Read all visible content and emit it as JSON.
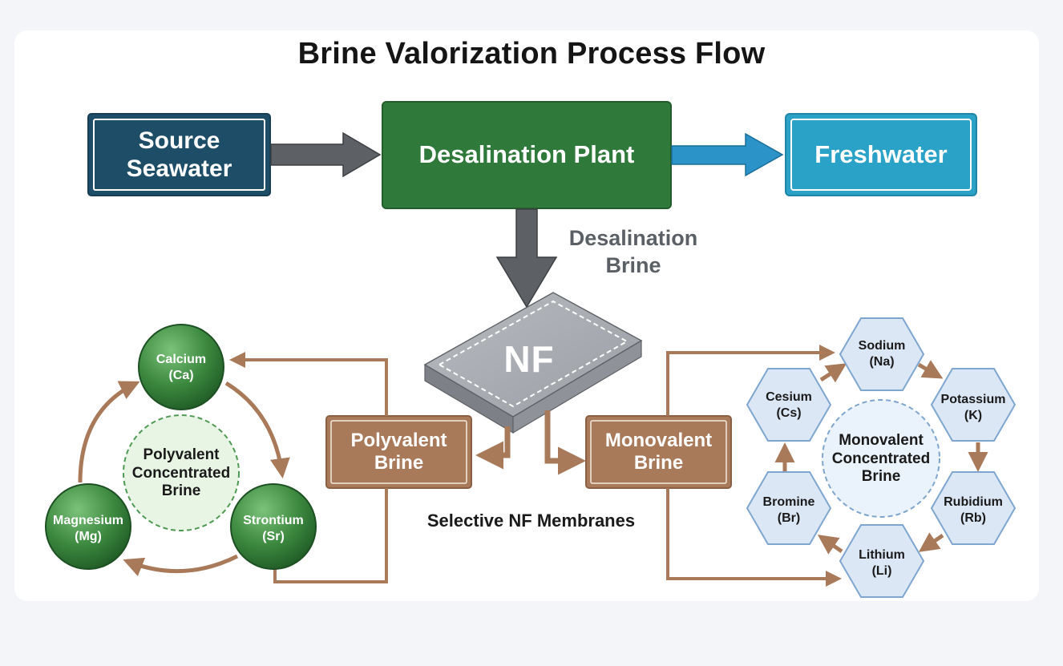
{
  "title": "Brine Valorization Process Flow",
  "colors": {
    "navy": "#1d4d67",
    "green": "#2f7a3a",
    "cyan": "#2aa1c6",
    "brown": "#a97a5a",
    "arrow_gray": "#595d62",
    "nf_gray": "#a3a6ab",
    "sphere_green": "#3d8a40",
    "hex_blue": "#dce7f6"
  },
  "nodes": {
    "source": "Source\nSeawater",
    "plant": "Desalination Plant",
    "freshwater": "Freshwater",
    "desal_brine": "Desalination\nBrine",
    "nf": "NF",
    "nf_caption": "Selective NF Membranes",
    "polyvalent": "Polyvalent\nBrine",
    "monovalent": "Monovalent\nBrine"
  },
  "polyvalent_cycle": {
    "center": "Polyvalent\nConcentrated\nBrine",
    "elements": [
      {
        "name": "Calcium",
        "symbol": "(Ca)"
      },
      {
        "name": "Strontium",
        "symbol": "(Sr)"
      },
      {
        "name": "Magnesium",
        "symbol": "(Mg)"
      }
    ]
  },
  "monovalent_cycle": {
    "center": "Monovalent\nConcentrated\nBrine",
    "elements": [
      {
        "name": "Sodium",
        "symbol": "(Na)"
      },
      {
        "name": "Potassium",
        "symbol": "(K)"
      },
      {
        "name": "Rubidium",
        "symbol": "(Rb)"
      },
      {
        "name": "Lithium",
        "symbol": "(Li)"
      },
      {
        "name": "Bromine",
        "symbol": "(Br)"
      },
      {
        "name": "Cesium",
        "symbol": "(Cs)"
      }
    ]
  }
}
